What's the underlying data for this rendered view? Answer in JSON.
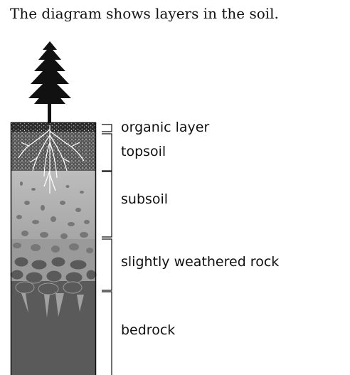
{
  "caption": "The diagram shows layers in the soil.",
  "layers": {
    "organic": "organic layer",
    "topsoil": "topsoil",
    "subsoil": "subsoil",
    "rock": "slightly weathered rock",
    "bedrock": "bedrock"
  }
}
